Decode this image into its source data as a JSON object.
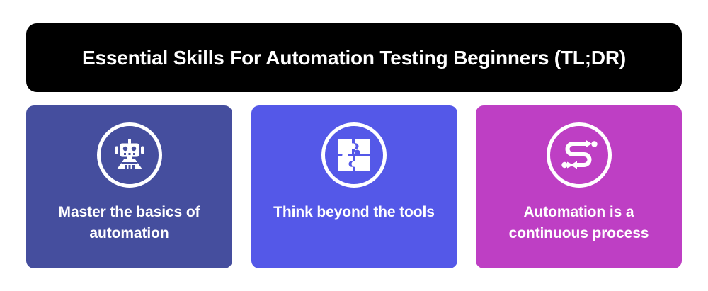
{
  "banner": {
    "title": "Essential Skills For Automation Testing Beginners (TL;DR)",
    "background_color": "#000000",
    "text_color": "#ffffff"
  },
  "cards": [
    {
      "icon": "robot-icon",
      "label": "Master the basics of automation",
      "background_color": "#454e9e",
      "text_color": "#ffffff"
    },
    {
      "icon": "puzzle-icon",
      "label": "Think beyond the tools",
      "background_color": "#5458e8",
      "text_color": "#ffffff"
    },
    {
      "icon": "process-flow-icon",
      "label": "Automation is a continuous process",
      "background_color": "#be3fc4",
      "text_color": "#ffffff"
    }
  ]
}
